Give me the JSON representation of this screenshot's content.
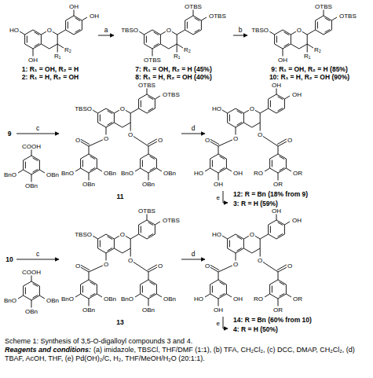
{
  "diagram": {
    "caption": "Scheme 1: Synthesis of 3,5-O-digalloyl compounds 3 and 4.",
    "nodes": [
      {
        "text": [
          "1: R₁ = OH, R₂ = H",
          "2: R₁ = H, R₂ = OH"
        ]
      },
      {
        "text": [
          "7: R₁ = OH, R₂ = H (45%)",
          "8: R₁ = H, R₂ = OH (40%)"
        ]
      },
      {
        "text": [
          "9: R₁ = OH, R₂ = H (85%)",
          "10: R₁ = H, R₂ = OH (90%)"
        ]
      },
      {
        "text": [
          "9"
        ]
      },
      {
        "text": [
          "11"
        ]
      },
      {
        "text": [
          "12: R = Bn (18% from 9)",
          "3: R = H (59%)"
        ]
      },
      {
        "text": [
          "10"
        ]
      },
      {
        "text": [
          "13"
        ]
      },
      {
        "text": [
          "14: R = Bn (60% from 10)",
          "4: R = H (50%)"
        ]
      }
    ],
    "edges": [
      {
        "from": 0,
        "to": 1,
        "arrow": "to",
        "label": "a"
      },
      {
        "from": 1,
        "to": 2,
        "arrow": "to",
        "label": "b"
      },
      {
        "from": 3,
        "to": 4,
        "arrow": "to",
        "label": "c"
      },
      {
        "from": 4,
        "to": 5,
        "arrow": "to",
        "label": "d"
      },
      {
        "from": 6,
        "to": 7,
        "arrow": "to",
        "label": "c"
      },
      {
        "from": 7,
        "to": 8,
        "arrow": "to",
        "label": "d"
      }
    ],
    "labels": [
      "HO",
      "OH",
      "O",
      "OH",
      "OH",
      "R₁",
      "R₂",
      "TBSO",
      "OTBS",
      "O",
      "OTBS",
      "OTBS",
      "R₁",
      "R₂",
      "TBSO",
      "OH",
      "O",
      "OTBS",
      "OTBS",
      "R₁",
      "R₂",
      "COOH",
      "BnO",
      "OBn",
      "OBn",
      "TBSO",
      "O",
      "O",
      "OTBS",
      "OTBS",
      "O",
      "O",
      "BnO",
      "OBn",
      "OBn",
      "O",
      "BnO",
      "OBn",
      "OBn",
      "HO",
      "O",
      "O",
      "OH",
      "OH",
      "O",
      "O",
      "HO",
      "OH",
      "OH",
      "O",
      "RO",
      "OR",
      "OR",
      "e",
      "COOH",
      "BnO",
      "OBn",
      "OBn",
      "TBSO",
      "O",
      "O",
      "OTBS",
      "OTBS",
      "O",
      "O",
      "BnO",
      "OBn",
      "OBn",
      "O",
      "BnO",
      "OBn",
      "OBn",
      "HO",
      "O",
      "O",
      "OH",
      "OH",
      "O",
      "O",
      "HO",
      "OH",
      "OH",
      "O",
      "RO",
      "OR",
      "OR",
      "e",
      "Reagents and conditions:",
      "(a) imidazole, TBSCl, THF/DMF (1:1), (b) TFA, CH₂Cl₂, (c) DCC, DMAP, CH₂Cl₂, (d) TBAF, AcOH, THF, (e) Pd(OH)₂/C, H₂, THF/MeOH/H₂O (20:1:1)."
    ]
  }
}
